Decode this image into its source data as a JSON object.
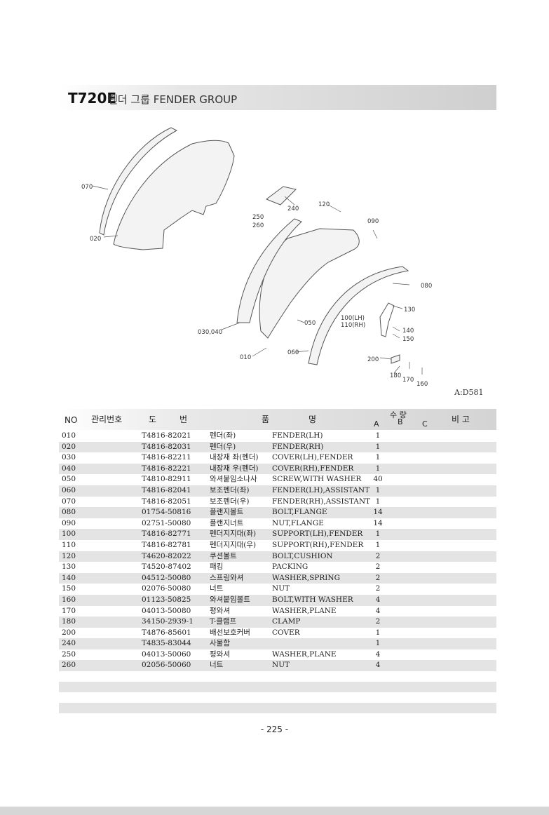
{
  "header": {
    "code": "T720E",
    "title": "펜더 그룹  FENDER GROUP"
  },
  "diagram": {
    "ref_code": "A:D581",
    "callouts": [
      "070",
      "020",
      "240",
      "250",
      "260",
      "120",
      "090",
      "080",
      "130",
      "100(LH)",
      "110(RH)",
      "140",
      "150",
      "030,040",
      "050",
      "010",
      "060",
      "200",
      "180",
      "170",
      "160"
    ]
  },
  "table": {
    "headers": {
      "no": "NO",
      "mgmt": "관리번호",
      "drawing_a": "도",
      "drawing_b": "번",
      "name_a": "품",
      "name_b": "명",
      "qty": "수 량",
      "qty_a": "A",
      "qty_b": "B",
      "qty_c": "C",
      "remark": "비 고"
    },
    "rows": [
      {
        "no": "010",
        "part": "T4816-82021",
        "kor": "펜더(좌)",
        "desc": "FENDER(LH)",
        "qty": "1"
      },
      {
        "no": "020",
        "part": "T4816-82031",
        "kor": "펜더(우)",
        "desc": "FENDER(RH)",
        "qty": "1"
      },
      {
        "no": "030",
        "part": "T4816-82211",
        "kor": "내장재 좌(펜더)",
        "desc": "COVER(LH),FENDER",
        "qty": "1"
      },
      {
        "no": "040",
        "part": "T4816-82221",
        "kor": "내장재 우(펜더)",
        "desc": "COVER(RH),FENDER",
        "qty": "1"
      },
      {
        "no": "050",
        "part": "T4810-82911",
        "kor": "와셔붙임소나사",
        "desc": "SCREW,WITH WASHER",
        "qty": "40"
      },
      {
        "no": "060",
        "part": "T4816-82041",
        "kor": "보조펜더(좌)",
        "desc": "FENDER(LH),ASSISTANT",
        "qty": "1"
      },
      {
        "no": "070",
        "part": "T4816-82051",
        "kor": "보조펜더(우)",
        "desc": "FENDER(RH),ASSISTANT",
        "qty": "1"
      },
      {
        "no": "080",
        "part": "01754-50816",
        "kor": "플랜지볼트",
        "desc": "BOLT,FLANGE",
        "qty": "14"
      },
      {
        "no": "090",
        "part": "02751-50080",
        "kor": "플랜지너트",
        "desc": "NUT,FLANGE",
        "qty": "14"
      },
      {
        "no": "100",
        "part": "T4816-82771",
        "kor": "펜더지지대(좌)",
        "desc": "SUPPORT(LH),FENDER",
        "qty": "1"
      },
      {
        "no": "110",
        "part": "T4816-82781",
        "kor": "펜더지지대(우)",
        "desc": "SUPPORT(RH),FENDER",
        "qty": "1"
      },
      {
        "no": "120",
        "part": "T4620-82022",
        "kor": "쿠션볼트",
        "desc": "BOLT,CUSHION",
        "qty": "2"
      },
      {
        "no": "130",
        "part": "T4520-87402",
        "kor": "패킹",
        "desc": "PACKING",
        "qty": "2"
      },
      {
        "no": "140",
        "part": "04512-50080",
        "kor": "스프링와셔",
        "desc": "WASHER,SPRING",
        "qty": "2"
      },
      {
        "no": "150",
        "part": "02076-50080",
        "kor": "너트",
        "desc": "NUT",
        "qty": "2"
      },
      {
        "no": "160",
        "part": "01123-50825",
        "kor": "와셔붙임볼트",
        "desc": "BOLT,WITH WASHER",
        "qty": "4"
      },
      {
        "no": "170",
        "part": "04013-50080",
        "kor": "평와셔",
        "desc": "WASHER,PLANE",
        "qty": "4"
      },
      {
        "no": "180",
        "part": "34150-2939-1",
        "kor": "T-클램프",
        "desc": "CLAMP",
        "qty": "2"
      },
      {
        "no": "200",
        "part": "T4876-85601",
        "kor": "배선보호커버",
        "desc": "COVER",
        "qty": "1"
      },
      {
        "no": "240",
        "part": "T4835-83044",
        "kor": "사물함",
        "desc": "",
        "qty": "1"
      },
      {
        "no": "250",
        "part": "04013-50060",
        "kor": "평와셔",
        "desc": "WASHER,PLANE",
        "qty": "4"
      },
      {
        "no": "260",
        "part": "02056-50060",
        "kor": "너트",
        "desc": "NUT",
        "qty": "4"
      }
    ]
  },
  "footer": {
    "page": "- 225 -"
  }
}
